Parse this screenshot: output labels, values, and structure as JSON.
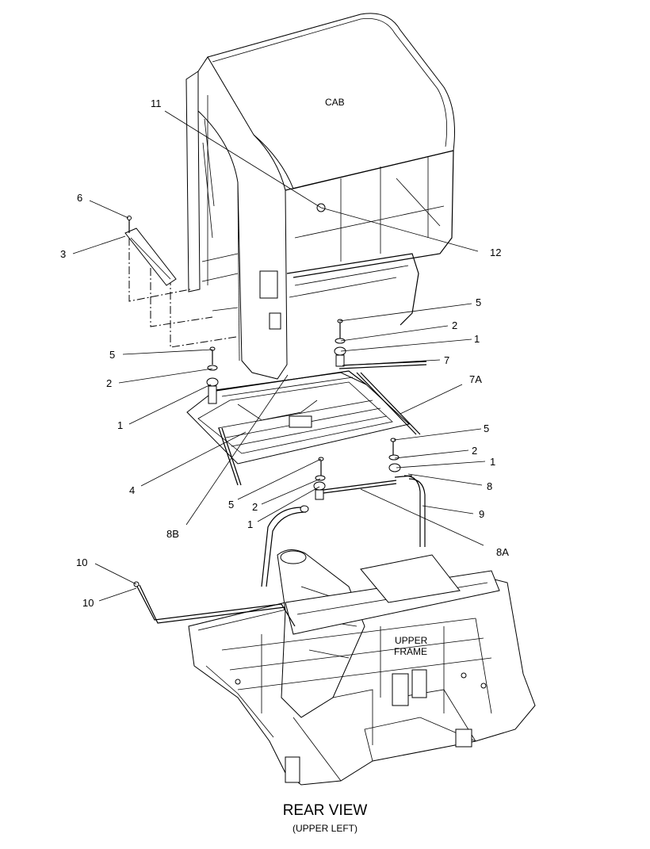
{
  "diagram": {
    "title": "REAR VIEW",
    "subtitle": "(UPPER LEFT)",
    "components": {
      "cab": "CAB",
      "upper_frame_line1": "UPPER",
      "upper_frame_line2": "FRAME"
    },
    "callouts": [
      "11",
      "6",
      "3",
      "12",
      "5",
      "2",
      "1",
      "7",
      "5",
      "2",
      "1",
      "7A",
      "4",
      "5",
      "2",
      "1",
      "8",
      "5",
      "2",
      "1",
      "9",
      "8B",
      "8A",
      "10",
      "10"
    ]
  }
}
